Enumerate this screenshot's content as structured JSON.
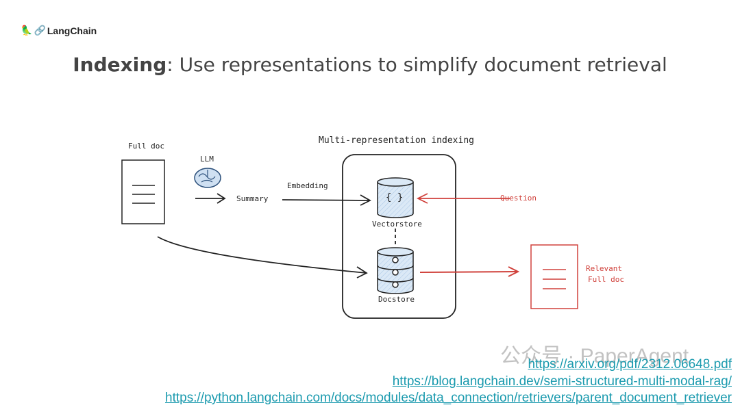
{
  "logo": {
    "icons": [
      "parrot-icon",
      "link-icon"
    ],
    "text": "LangChain"
  },
  "title": {
    "bold": "Indexing",
    "rest": ": Use representations to simplify document retrieval"
  },
  "diagram": {
    "full_doc": "Full doc",
    "llm": "LLM",
    "summary": "Summary",
    "embedding": "Embedding",
    "group_label": "Multi-representation indexing",
    "vectorstore": "Vectorstore",
    "vectorstore_glyph": "{ }",
    "docstore": "Docstore",
    "question": "Question",
    "relevant_line1": "Relevant",
    "relevant_line2": "Full doc"
  },
  "links": [
    "https://arxiv.org/pdf/2312.06648.pdf",
    "https://blog.langchain.dev/semi-structured-multi-modal-rag/",
    "https://python.langchain.com/docs/modules/data_connection/retrievers/parent_document_retriever"
  ],
  "watermark": "公众号 · PaperAgent",
  "colors": {
    "accent_red": "#d0413b",
    "link": "#1a9aae",
    "store_fill": "#dbe9f6"
  }
}
